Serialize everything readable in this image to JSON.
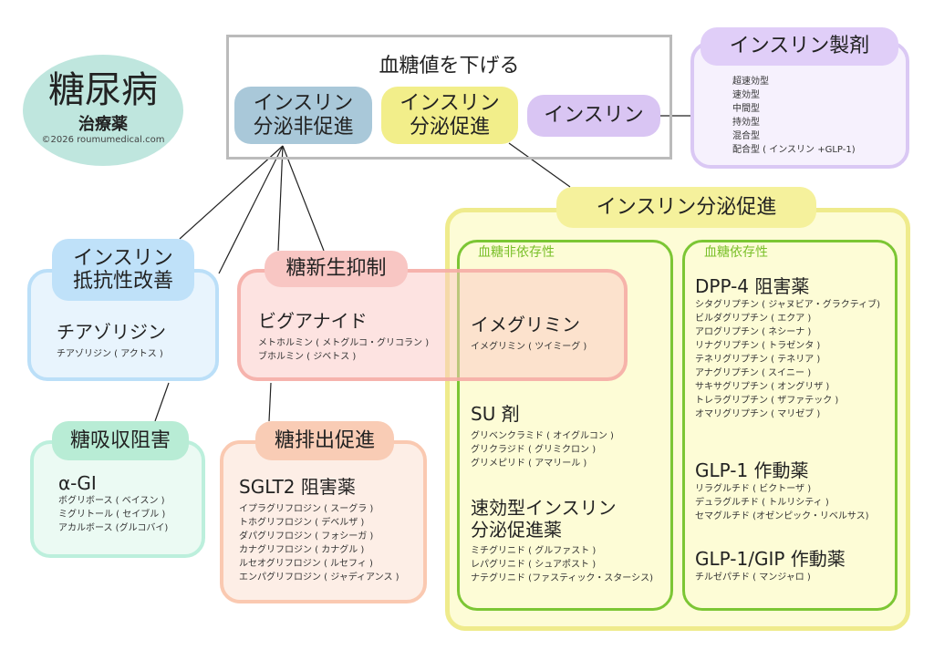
{
  "logo": {
    "title": "糖尿病",
    "subtitle": "治療薬",
    "copyright": "©2026 roumumedical.com"
  },
  "top": {
    "title": "血糖値を下げる",
    "chips": [
      "インスリン\n分泌非促進",
      "インスリン\n分泌促進",
      "インスリン"
    ]
  },
  "insulin_prep": {
    "title": "インスリン製剤",
    "items": [
      "超速効型",
      "速効型",
      "中間型",
      "持効型",
      "混合型",
      "配合型 ( インスリン +GLP-1)"
    ]
  },
  "secretion": {
    "title": "インスリン分泌促進",
    "independent": {
      "label": "血糖非依存性",
      "su": {
        "name": "SU 剤",
        "drugs": [
          "グリベンクラミド ( オイグルコン )",
          "グリクラジド ( グリミクロン )",
          "グリメピリド ( アマリール )"
        ]
      },
      "glinide": {
        "name": "速効型インスリン\n分泌促進薬",
        "drugs": [
          "ミチグリニド ( グルファスト )",
          "レパグリニド ( シュアポスト )",
          "ナテグリニド (ファスティック・スターシス)"
        ]
      }
    },
    "dependent": {
      "label": "血糖依存性",
      "dpp4": {
        "name": "DPP-4 阻害薬",
        "drugs": [
          "シタグリプチン ( ジャヌビア・グラクティブ)",
          "ビルダグリプチン ( エクア )",
          "アログリプチン ( ネシーナ )",
          "リナグリプチン ( トラゼンタ )",
          "テネリグリプチン ( テネリア )",
          "アナグリプチン ( スイニー )",
          "サキサグリプチン ( オングリザ )",
          "トレラグリプチン ( ザファテック )",
          "オマリグリプチン ( マリゼブ )"
        ]
      },
      "glp1": {
        "name": "GLP-1 作動薬",
        "drugs": [
          "リラグルチド ( ビクトーザ )",
          "デュラグルチド ( トルリシティ )",
          "セマグルチド (オゼンピック・リベルサス)"
        ]
      },
      "glp1gip": {
        "name": "GLP-1/GIP 作動薬",
        "drugs": [
          "チルゼパチド ( マンジャロ )"
        ]
      }
    }
  },
  "imeglimin": {
    "name": "イメグリミン",
    "drugs": [
      "イメグリミン ( ツイミーグ )"
    ]
  },
  "gluconeo": {
    "title": "糖新生抑制",
    "name": "ビグアナイド",
    "drugs": [
      "メトホルミン ( メトグルコ・グリコラン )",
      "ブホルミン ( ジベトス )"
    ]
  },
  "resistance": {
    "title": "インスリン\n抵抗性改善",
    "name": "チアゾリジン",
    "drugs": [
      "チアゾリジン ( アクトス )"
    ]
  },
  "absorption": {
    "title": "糖吸収阻害",
    "name": "α-GI",
    "drugs": [
      "ボグリボース ( ベイスン )",
      "ミグリトール ( セイブル )",
      "アカルボース (グルコバイ)"
    ]
  },
  "excretion": {
    "title": "糖排出促進",
    "name": "SGLT2 阻害薬",
    "drugs": [
      "イプラグリフロジン ( スーグラ )",
      "トホグリフロジン ( デベルザ )",
      "ダパグリフロジン ( フォシーガ )",
      "カナグリフロジン ( カナグル )",
      "ルセオグリフロジン ( ルセフィ )",
      "エンパグリフロジン ( ジャディアンス )"
    ]
  }
}
